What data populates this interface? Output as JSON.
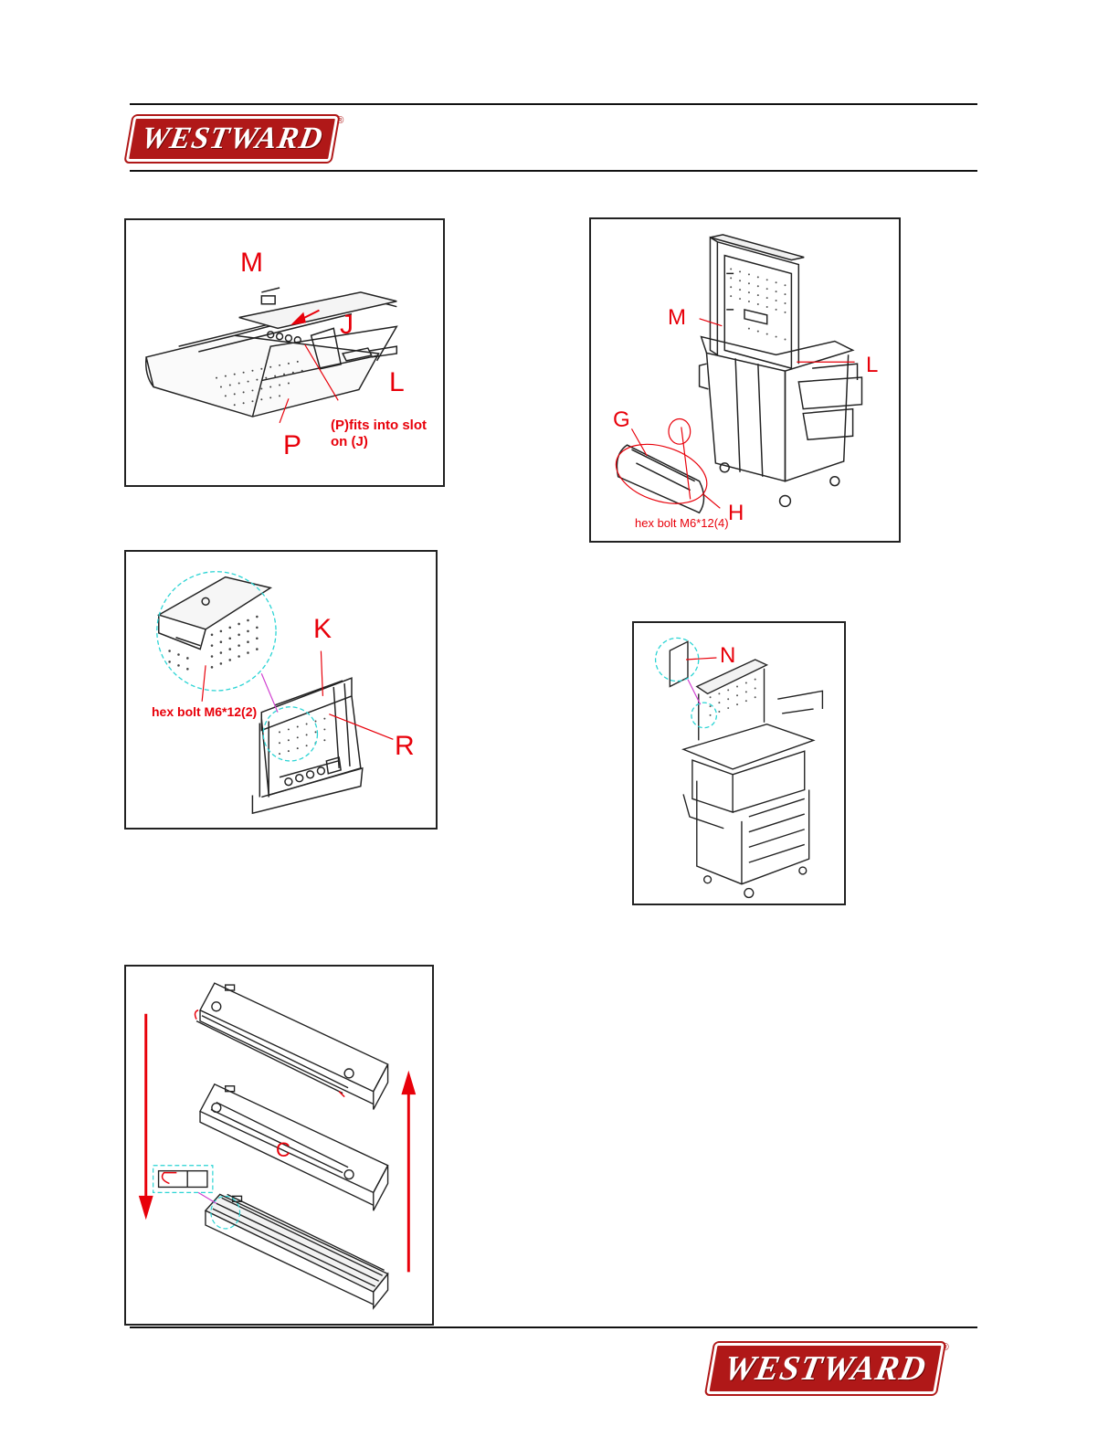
{
  "brand": {
    "name": "WESTWARD",
    "registered": "®"
  },
  "colors": {
    "accent": "#e8000a",
    "brand": "#b01818",
    "callout": "#2ad4d4",
    "leader": "#d040d0"
  },
  "fig_shelf": {
    "labels": {
      "m": "M",
      "j": "J",
      "l": "L",
      "p": "P",
      "note": "(P)fits into slot on (J)"
    }
  },
  "fig_cart_upright": {
    "labels": {
      "m": "M",
      "l": "L",
      "g": "G",
      "h": "H",
      "bolt": "hex bolt M6*12(4)"
    }
  },
  "fig_bracket": {
    "labels": {
      "k": "K",
      "r": "R",
      "bolt": "hex bolt M6*12(2)"
    }
  },
  "fig_cart_complete": {
    "labels": {
      "n": "N"
    }
  },
  "fig_light": {
    "labels": {
      "c": "C"
    }
  }
}
